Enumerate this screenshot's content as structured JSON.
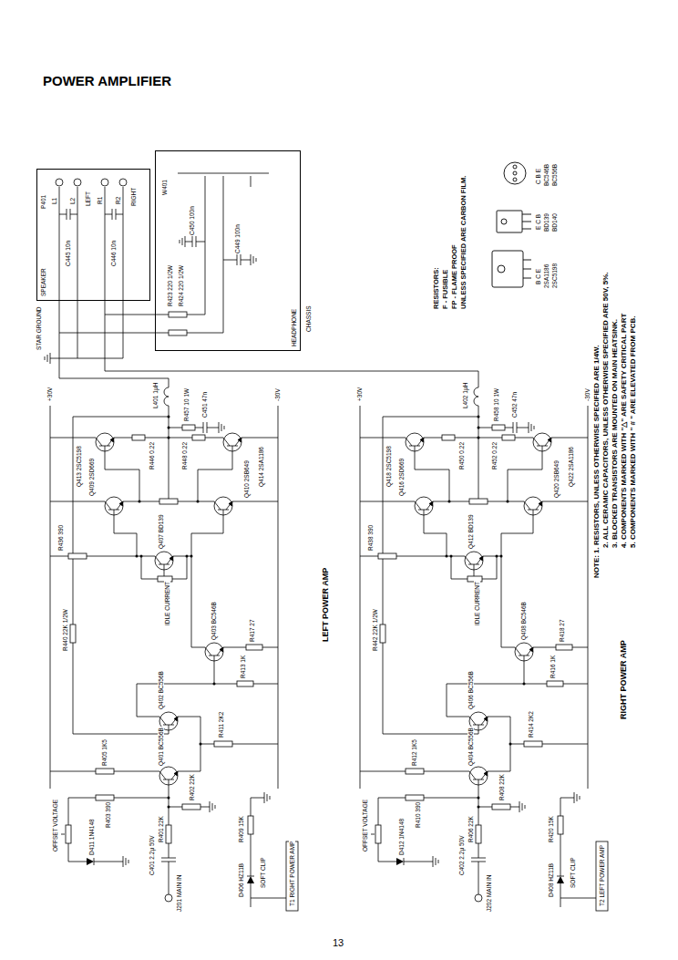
{
  "diagram": {
    "title": "POWER AMPLIFIER",
    "nodes": [
      {
        "text": [
          "SPEAKER"
        ]
      },
      {
        "text": [
          "HEADPHONE"
        ]
      }
    ],
    "labels": [
      "J201 MAIN IN",
      "C401 2.2µ 50V",
      "R401 22K",
      "R402 22K",
      "D411 1N4148",
      "OFFSET VOLTAGE",
      "R403 390",
      "R405 1K5",
      "Q401 BC556B",
      "Q402 BC556B",
      "R411 2K2",
      "R413 1K",
      "Q403 BC546B",
      "R417 27",
      "IDLE CURRENT",
      "Q407 BD139",
      "R436 390",
      "Q409 2SD669",
      "Q413 2SC5198",
      "R446 0.22",
      "R448 0.22",
      "Q410 2SB649",
      "Q414 2SA1186",
      "L401 1µH",
      "R457 10 1W",
      "C451 47n",
      "R440 22K 1/2W",
      "+30V",
      "-30V",
      "D406 HZ11B",
      "R409 15K",
      "SOFT CLIP",
      "T1 RIGHT POWER AMP",
      "J202 MAIN IN",
      "C402 2.2µ 50V",
      "R406 22K",
      "R408 22K",
      "D412 1N4148",
      "OFFSET VOLTAGE",
      "R410 390",
      "R412 1K5",
      "Q404 BC556B",
      "Q406 BC556B",
      "R414 2K2",
      "R416 1K",
      "Q408 BC546B",
      "R418 27",
      "IDLE CURRENT",
      "Q412 BD139",
      "R438 390",
      "Q416 2SD669",
      "Q418 2SC5198",
      "R450 0.22",
      "R452 0.22",
      "Q420 2SB649",
      "Q422 2SA1186",
      "L402 1µH",
      "R458 10 1W",
      "C452 47n",
      "R442 22K 1/2W",
      "+30V",
      "-30V",
      "D408 HZ11B",
      "R420 15K",
      "SOFT CLIP",
      "T2 LEFT POWER AMP",
      "P401",
      "L1",
      "L2",
      "C445 10n",
      "LEFT",
      "R1",
      "R2",
      "C446 10n",
      "RIGHT",
      "STAR GROUND",
      "W401",
      "R423 220 1/2W",
      "R424 220 1/2W",
      "C449 100n",
      "C450 100n",
      "CHASSIS",
      "LEFT POWER AMP",
      "RIGHT POWER AMP",
      "RESISTORS:",
      "F - FUSIBLE",
      "FP - FLAME PROOF",
      "UNLESS SPECIFIED ARE CARBON FILM.",
      "B C E",
      "2SA1186",
      "2SC5198",
      "E C B",
      "BD139",
      "BD140",
      "C B E",
      "BC546B",
      "BC556B",
      "NOTE: 1. RESISTORS, UNLESS OTHERWISE SPECIFIED ARE 1/4W.",
      "2. ALL CERAMIC CAPACITORS, UNLESS OTHERWISE SPECIFIED ARE 50V, 5%.",
      "3. BLOCKED TRANSISTORS ARE MOUNTED ON MAIN HEATSINK.",
      "4. COMPONENTS MARKED WITH \"△\" ARE SAFETY CRITICAL PART",
      "5. COMPONENTS MARKED WITH \" # \" ARE ELEVATED FROM PCB.",
      "13"
    ]
  }
}
